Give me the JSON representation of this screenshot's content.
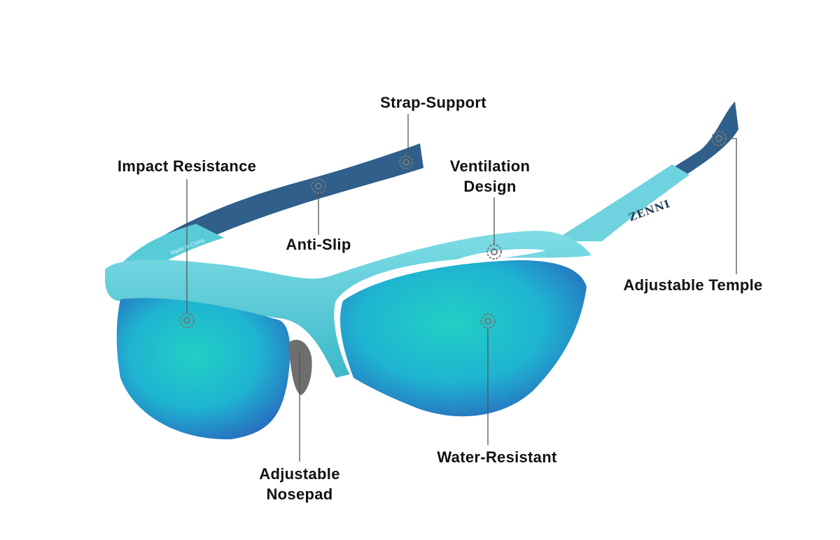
{
  "product": {
    "brand_mark": "ZENNI",
    "arm_imprint": "Made in China",
    "colors": {
      "frame": "#4cc6d4",
      "temple_grip": "#2f5f8a",
      "lens_center": "#1fc9c9",
      "lens_edge": "#2a5fc0",
      "label": "#111111",
      "leader": "#555555"
    }
  },
  "callouts": [
    {
      "id": "strap-support",
      "lines": [
        "Strap-Support"
      ]
    },
    {
      "id": "impact-resistance",
      "lines": [
        "Impact Resistance"
      ]
    },
    {
      "id": "anti-slip",
      "lines": [
        "Anti-Slip"
      ]
    },
    {
      "id": "ventilation-design",
      "lines": [
        "Ventilation",
        "Design"
      ]
    },
    {
      "id": "adjustable-temple",
      "lines": [
        "Adjustable Temple"
      ]
    },
    {
      "id": "water-resistant",
      "lines": [
        "Water-Resistant"
      ]
    },
    {
      "id": "adjustable-nosepad",
      "lines": [
        "Adjustable",
        "Nosepad"
      ]
    }
  ]
}
